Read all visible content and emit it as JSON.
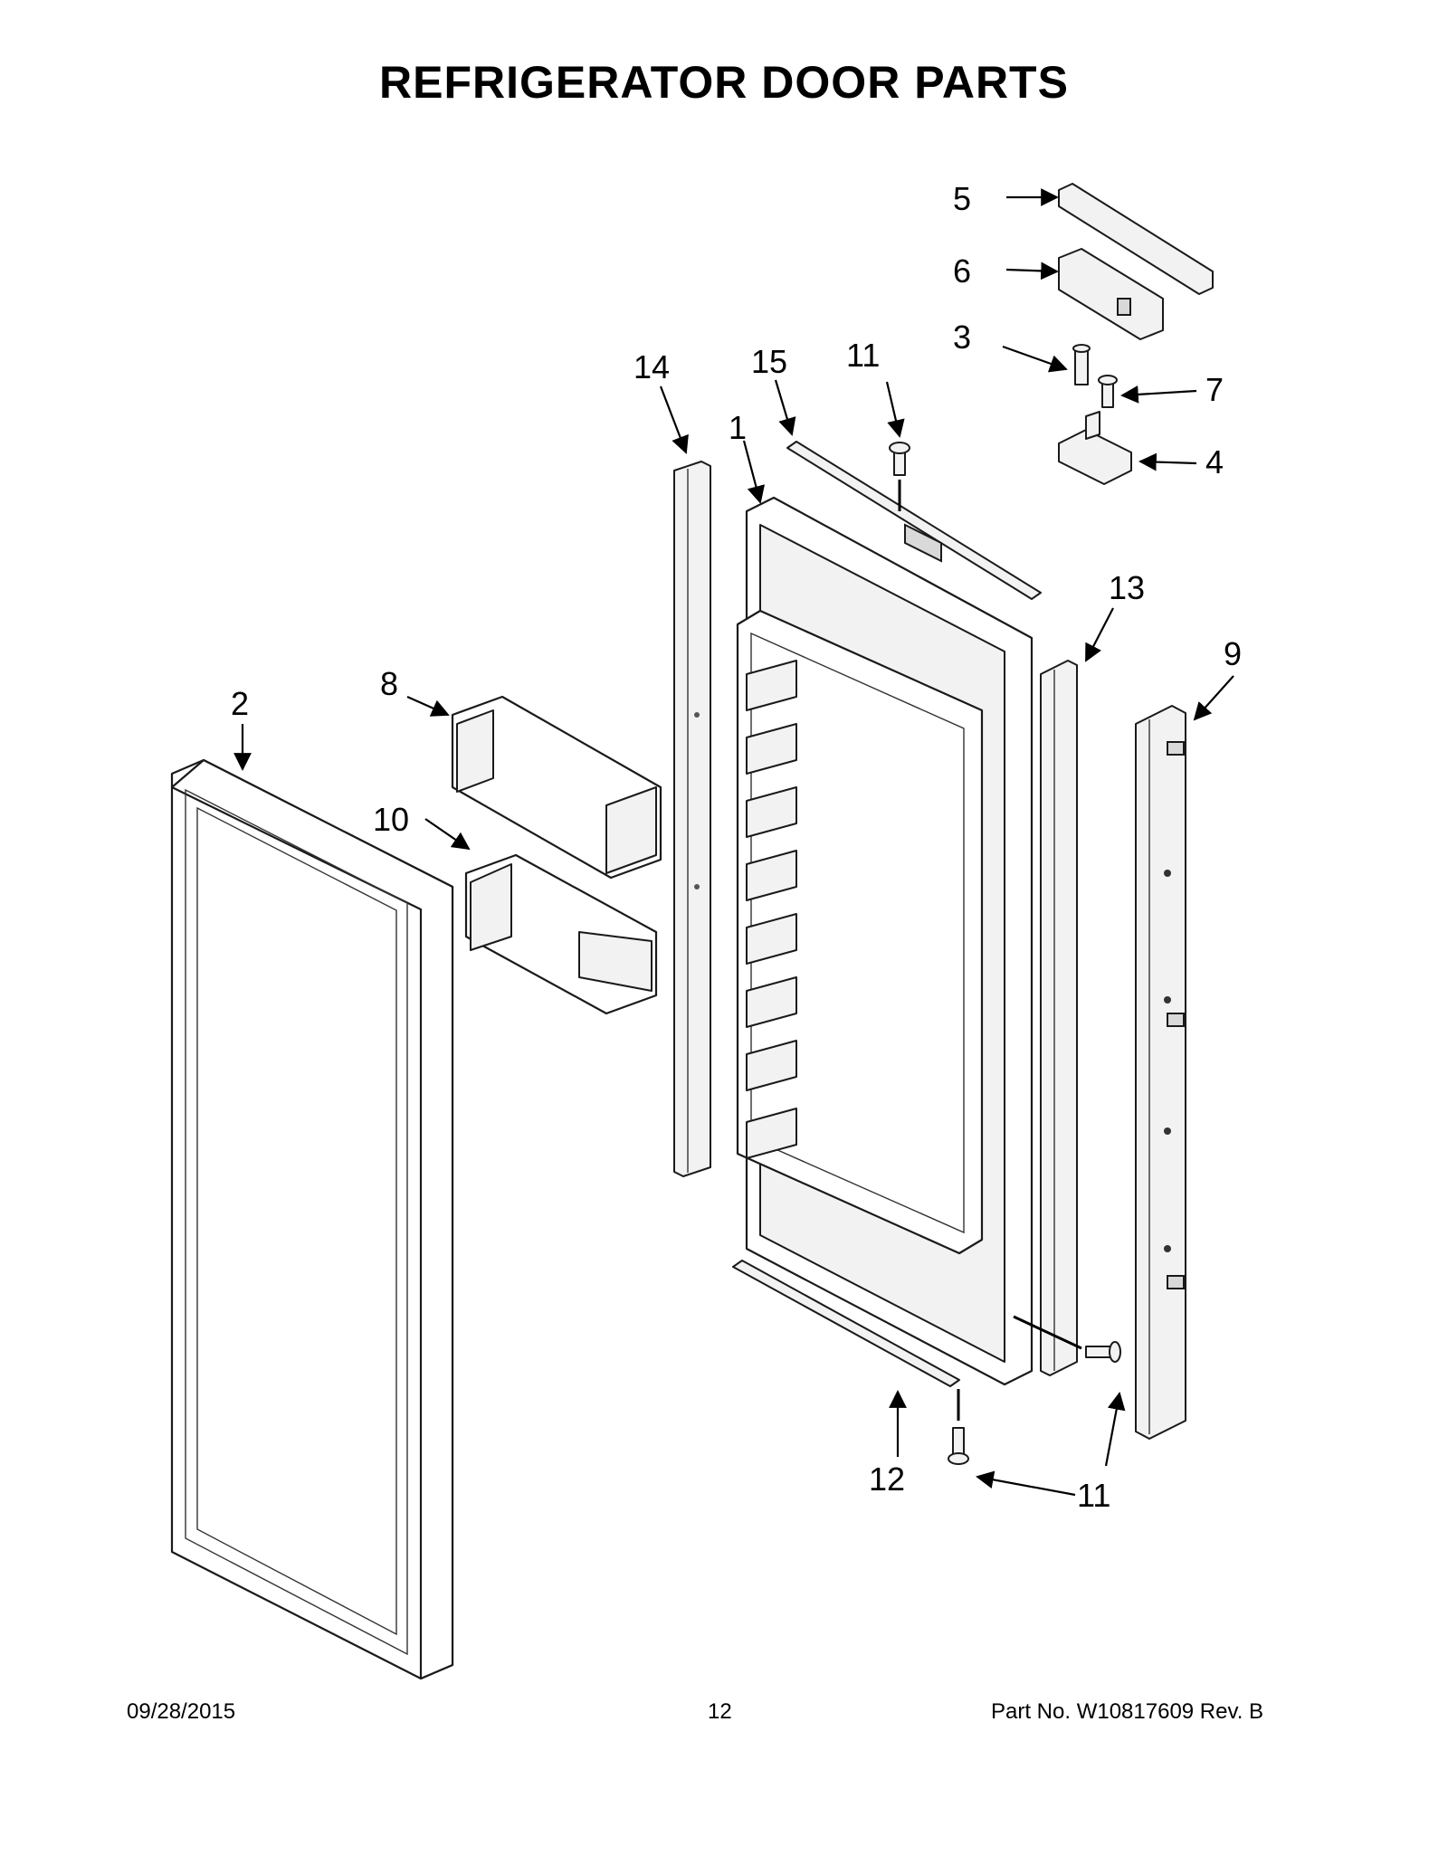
{
  "title": "REFRIGERATOR DOOR PARTS",
  "callouts": {
    "c1": "1",
    "c2": "2",
    "c3": "3",
    "c4": "4",
    "c5": "5",
    "c6": "6",
    "c7": "7",
    "c8": "8",
    "c9": "9",
    "c10": "10",
    "c11a": "11",
    "c11b": "11",
    "c11c": "11",
    "c12": "12",
    "c13": "13",
    "c14": "14",
    "c15": "15"
  },
  "footer": {
    "date": "09/28/2015",
    "page": "12",
    "part_no": "Part No.  W10817609  Rev.  B"
  }
}
